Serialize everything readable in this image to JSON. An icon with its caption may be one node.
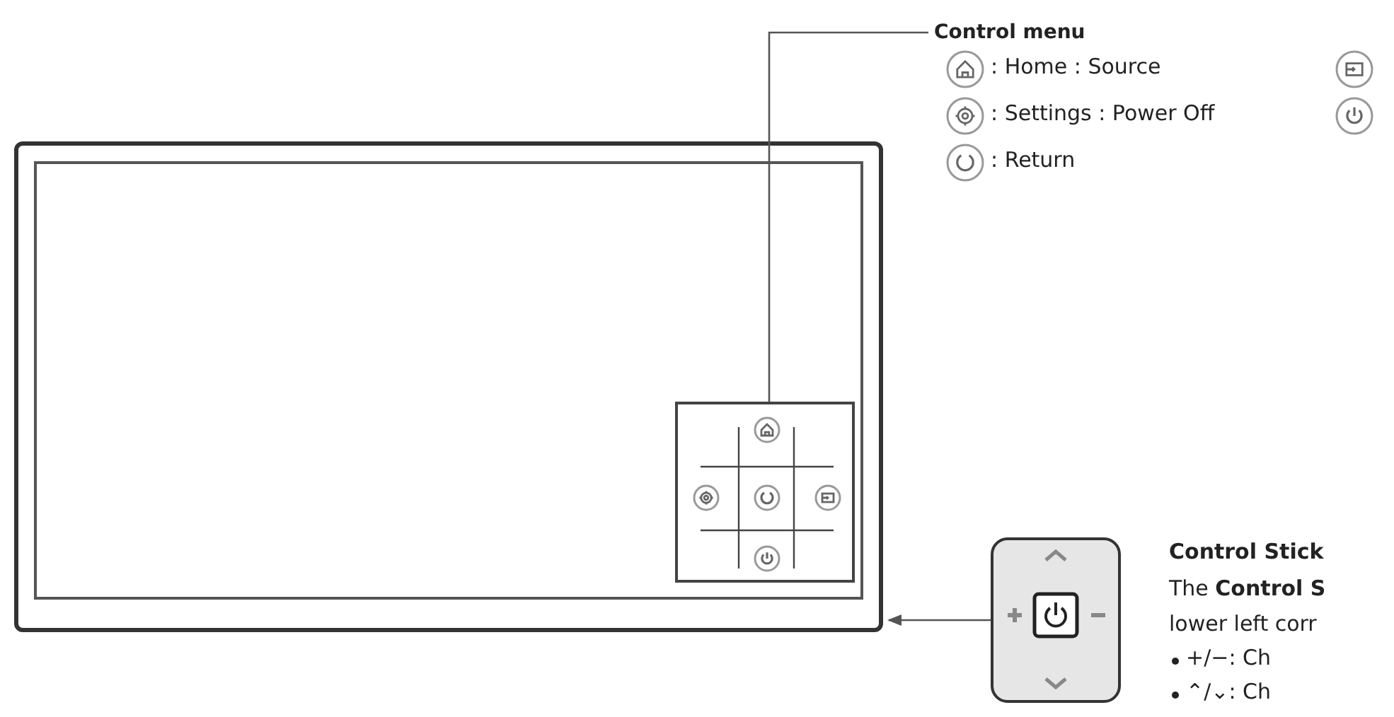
{
  "diagram": {
    "nodes": [
      {
        "text": [],
        "shape": "picture"
      },
      {
        "text": [],
        "shape": "box",
        "in": 0
      },
      {
        "text": [
          "Control menu"
        ]
      },
      {
        "text": [],
        "shape": "picture"
      }
    ],
    "edges": [
      {
        "from": 2,
        "to": 1,
        "arrow": "none"
      },
      {
        "from": 3,
        "to": 0,
        "arrow": "to"
      }
    ],
    "labels": [
      ": Home : Source",
      ": Settings : Power Off",
      ": Return",
      "Control Stick",
      "The **Control S**",
      "lower left corr",
      "+/−: Ch",
      "⌃/⌄: Ch"
    ]
  }
}
